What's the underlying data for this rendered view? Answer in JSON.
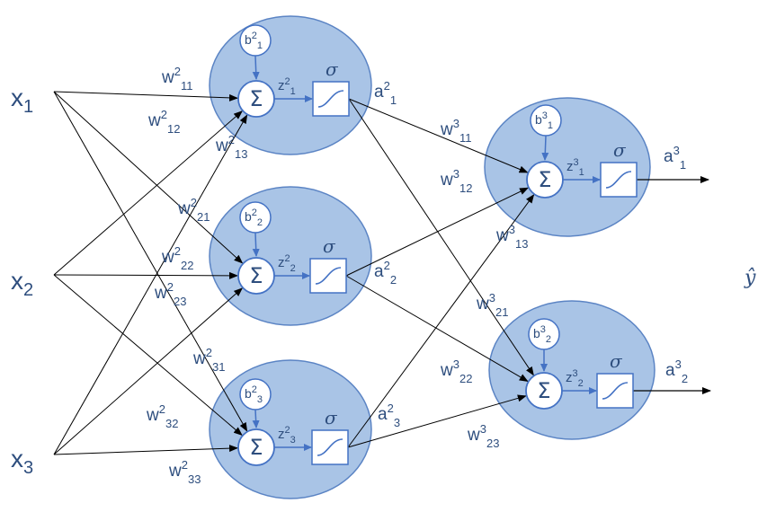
{
  "colors": {
    "neuron_fill": "#a9c4e6",
    "neuron_stroke": "#5b84c4",
    "label": "#2e4e7e",
    "arrow_inner": "#4472c4",
    "wire": "#000000"
  },
  "inputs": [
    {
      "base": "x",
      "sub": "1"
    },
    {
      "base": "x",
      "sub": "2"
    },
    {
      "base": "x",
      "sub": "3"
    }
  ],
  "output_label": "ŷ",
  "neuron_symbols": {
    "sum": "Σ",
    "activation": "σ"
  },
  "layer2": [
    {
      "bias": {
        "base": "b",
        "sup": "2",
        "sub": "1"
      },
      "z": {
        "base": "z",
        "sup": "2",
        "sub": "1"
      },
      "a": {
        "base": "a",
        "sup": "2",
        "sub": "1"
      }
    },
    {
      "bias": {
        "base": "b",
        "sup": "2",
        "sub": "2"
      },
      "z": {
        "base": "z",
        "sup": "2",
        "sub": "2"
      },
      "a": {
        "base": "a",
        "sup": "2",
        "sub": "2"
      }
    },
    {
      "bias": {
        "base": "b",
        "sup": "2",
        "sub": "3"
      },
      "z": {
        "base": "z",
        "sup": "2",
        "sub": "3"
      },
      "a": {
        "base": "a",
        "sup": "2",
        "sub": "3"
      }
    }
  ],
  "layer3": [
    {
      "bias": {
        "base": "b",
        "sup": "3",
        "sub": "1"
      },
      "z": {
        "base": "z",
        "sup": "3",
        "sub": "1"
      },
      "a": {
        "base": "a",
        "sup": "3",
        "sub": "1"
      }
    },
    {
      "bias": {
        "base": "b",
        "sup": "3",
        "sub": "2"
      },
      "z": {
        "base": "z",
        "sup": "3",
        "sub": "2"
      },
      "a": {
        "base": "a",
        "sup": "3",
        "sub": "2"
      }
    }
  ],
  "weights_layer2": [
    {
      "base": "w",
      "sup": "2",
      "sub": "11"
    },
    {
      "base": "w",
      "sup": "2",
      "sub": "12"
    },
    {
      "base": "w",
      "sup": "2",
      "sub": "13"
    },
    {
      "base": "w",
      "sup": "2",
      "sub": "21"
    },
    {
      "base": "w",
      "sup": "2",
      "sub": "22"
    },
    {
      "base": "w",
      "sup": "2",
      "sub": "23"
    },
    {
      "base": "w",
      "sup": "2",
      "sub": "31"
    },
    {
      "base": "w",
      "sup": "2",
      "sub": "32"
    },
    {
      "base": "w",
      "sup": "2",
      "sub": "33"
    }
  ],
  "weights_layer3": [
    {
      "base": "w",
      "sup": "3",
      "sub": "11"
    },
    {
      "base": "w",
      "sup": "3",
      "sub": "12"
    },
    {
      "base": "w",
      "sup": "3",
      "sub": "13"
    },
    {
      "base": "w",
      "sup": "3",
      "sub": "21"
    },
    {
      "base": "w",
      "sup": "3",
      "sub": "22"
    },
    {
      "base": "w",
      "sup": "3",
      "sub": "23"
    }
  ]
}
